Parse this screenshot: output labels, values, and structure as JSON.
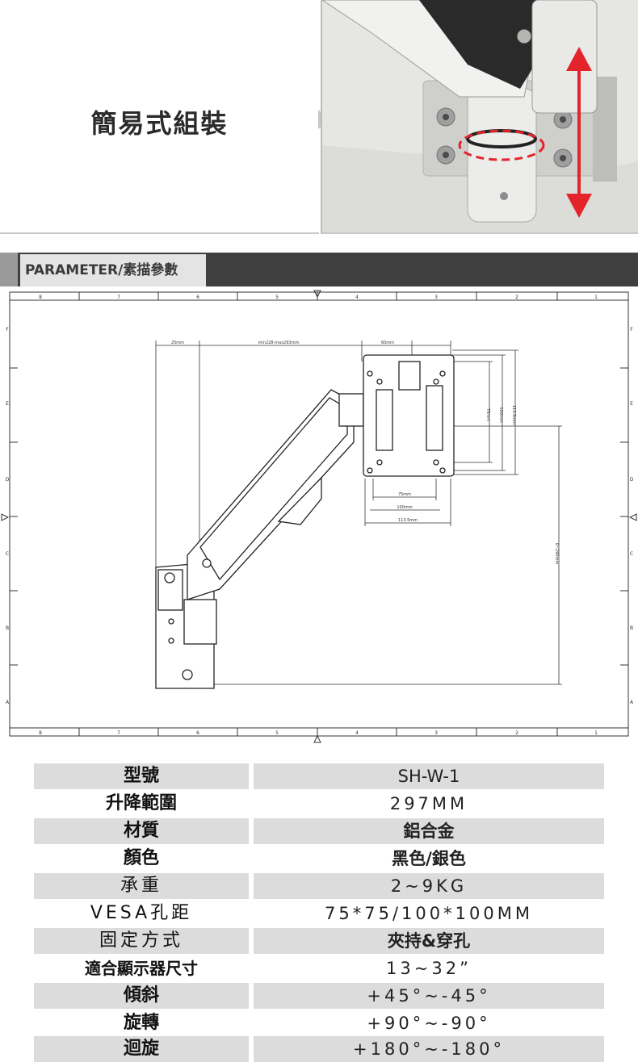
{
  "banner": {
    "title": "簡易式組裝"
  },
  "parameter_header": {
    "label": "PARAMETER/素描參數"
  },
  "drawing": {
    "grid_top": [
      "8",
      "7",
      "6",
      "5",
      "4",
      "3",
      "2",
      "1"
    ],
    "grid_side": [
      "F",
      "E",
      "D",
      "C",
      "B",
      "A"
    ],
    "dims": {
      "d25": "25mm",
      "reach": "min228-max293mm",
      "d60": "60mm",
      "v75": "75mm",
      "v100": "100mm",
      "v113": "113.5mm",
      "h75": "75mm",
      "h100": "100mm",
      "h113": "113.5mm",
      "height": "0~290mm"
    }
  },
  "specs": [
    {
      "key": "型號",
      "value": "SH-W-1"
    },
    {
      "key": "升降範圍",
      "value": "297MM"
    },
    {
      "key": "材質",
      "value": "鋁合金"
    },
    {
      "key": "顏色",
      "value": "黑色/銀色"
    },
    {
      "key": "承重",
      "value": "2~9KG"
    },
    {
      "key": "VESA孔距",
      "value": "75*75/100*100MM"
    },
    {
      "key": "固定方式",
      "value": "夾持&穿孔"
    },
    {
      "key": "適合顯示器尺寸",
      "value": "13~32”"
    },
    {
      "key": "傾斜",
      "value": "+45°~-45°"
    },
    {
      "key": "旋轉",
      "value": "+90°~-90°"
    },
    {
      "key": "迴旋",
      "value": "+180°~-180°"
    }
  ]
}
